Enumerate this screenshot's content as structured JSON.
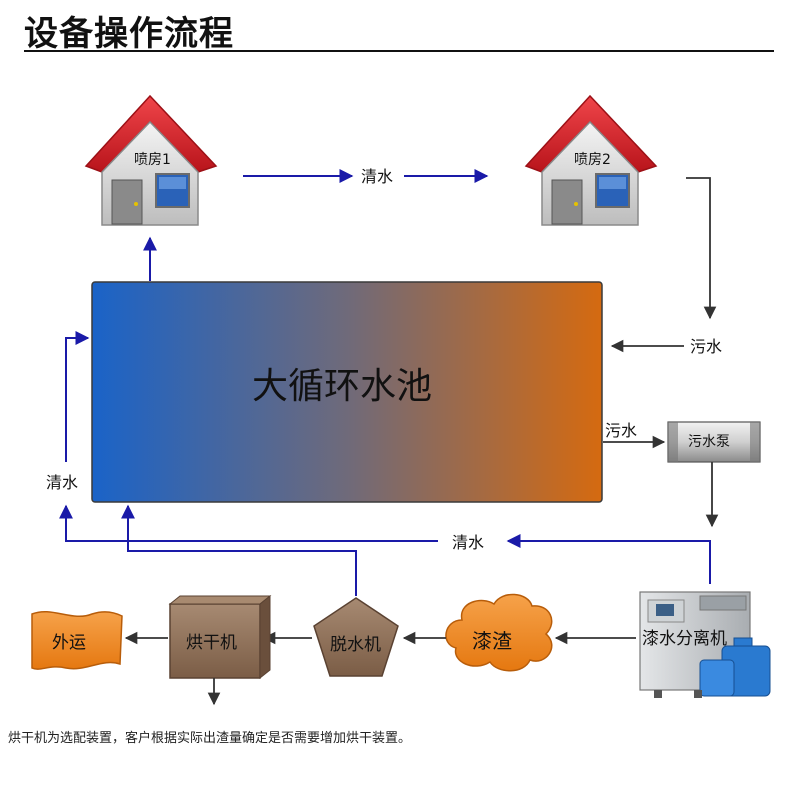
{
  "title": "设备操作流程",
  "nodes": {
    "booth1": "喷房1",
    "booth2": "喷房2",
    "pool": "大循环水池",
    "pump": "污水泵",
    "separator": "漆水分离机",
    "sludge": "漆渣",
    "dewater": "脱水机",
    "dryer": "烘干机",
    "transport": "外运"
  },
  "flows": {
    "clean_top": "清水",
    "dirty_in": "污水",
    "dirty_out": "污水",
    "clean_return": "清水",
    "clean_left": "清水"
  },
  "note": "烘干机为选配装置，客户根据实际出渣量确定是否需要增加烘干装置。",
  "colors": {
    "arrow": "#1a1aa8",
    "arrow_gray": "#333333",
    "pool_left": "#1a63c8",
    "pool_right": "#d56a10",
    "roof": "#d8232a",
    "orange": "#f08a1c",
    "brown": "#8a6a50"
  }
}
